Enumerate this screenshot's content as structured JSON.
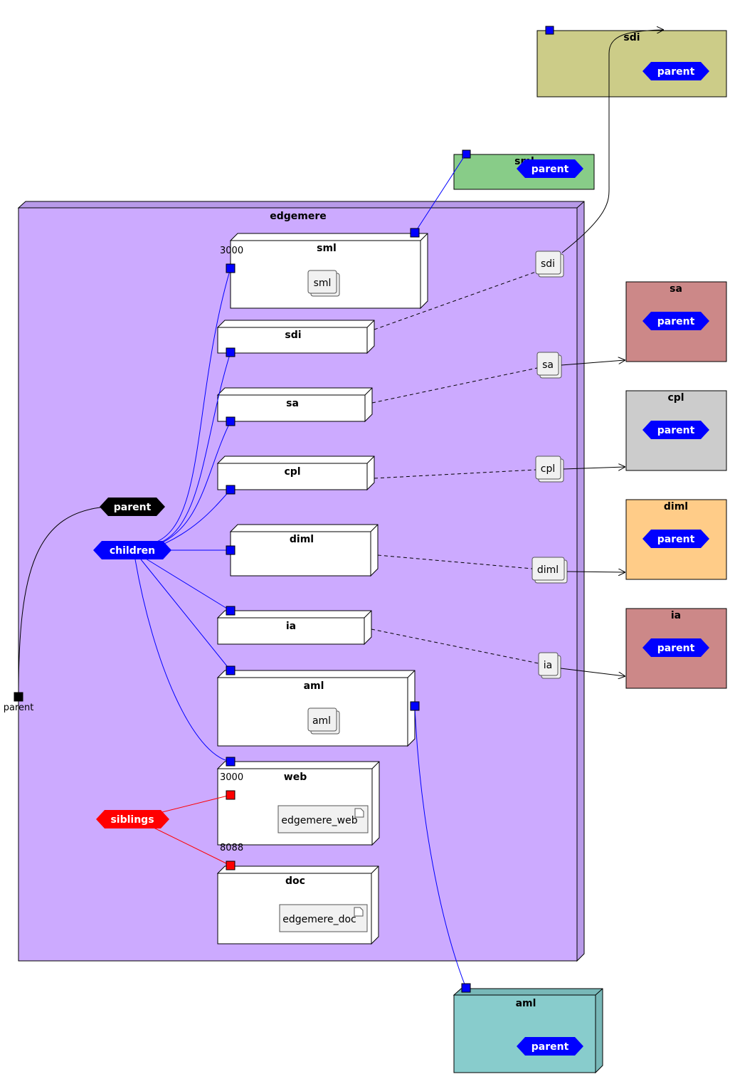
{
  "colors": {
    "edgemere_fill": "#CCAAFF",
    "sdi_fill": "#CCCC88",
    "sml_fill": "#88CC88",
    "sa_fill": "#CC8888",
    "cpl_fill": "#CCCCCC",
    "diml_fill": "#FFCC88",
    "ia_fill": "#CC8888",
    "aml_fill": "#88CCCC",
    "child_link": "#0000FF",
    "sibling_link": "#FF0000",
    "parent_link": "#000000"
  },
  "edgemere": {
    "title": "edgemere",
    "parent_hex": "parent",
    "children_hex": "children",
    "siblings_hex": "siblings",
    "parent_port": "parent",
    "nodes": {
      "sml": {
        "title": "sml",
        "port": "3000",
        "artifact": "sml"
      },
      "sdi": {
        "title": "sdi"
      },
      "sa": {
        "title": "sa"
      },
      "cpl": {
        "title": "cpl"
      },
      "diml": {
        "title": "diml"
      },
      "ia": {
        "title": "ia"
      },
      "aml": {
        "title": "aml",
        "artifact": "aml"
      },
      "web": {
        "title": "web",
        "port": "3000",
        "artifact": "edgemere_web"
      },
      "doc": {
        "title": "doc",
        "port": "8088",
        "artifact": "edgemere_doc"
      }
    },
    "links": {
      "sdi": "sdi",
      "sa": "sa",
      "cpl": "cpl",
      "diml": "diml",
      "ia": "ia"
    }
  },
  "external": {
    "sdi": {
      "title": "sdi",
      "hex": "parent"
    },
    "sml": {
      "title": "sml",
      "hex": "parent"
    },
    "sa": {
      "title": "sa",
      "hex": "parent"
    },
    "cpl": {
      "title": "cpl",
      "hex": "parent"
    },
    "diml": {
      "title": "diml",
      "hex": "parent"
    },
    "ia": {
      "title": "ia",
      "hex": "parent"
    },
    "aml": {
      "title": "aml",
      "hex": "parent"
    }
  }
}
